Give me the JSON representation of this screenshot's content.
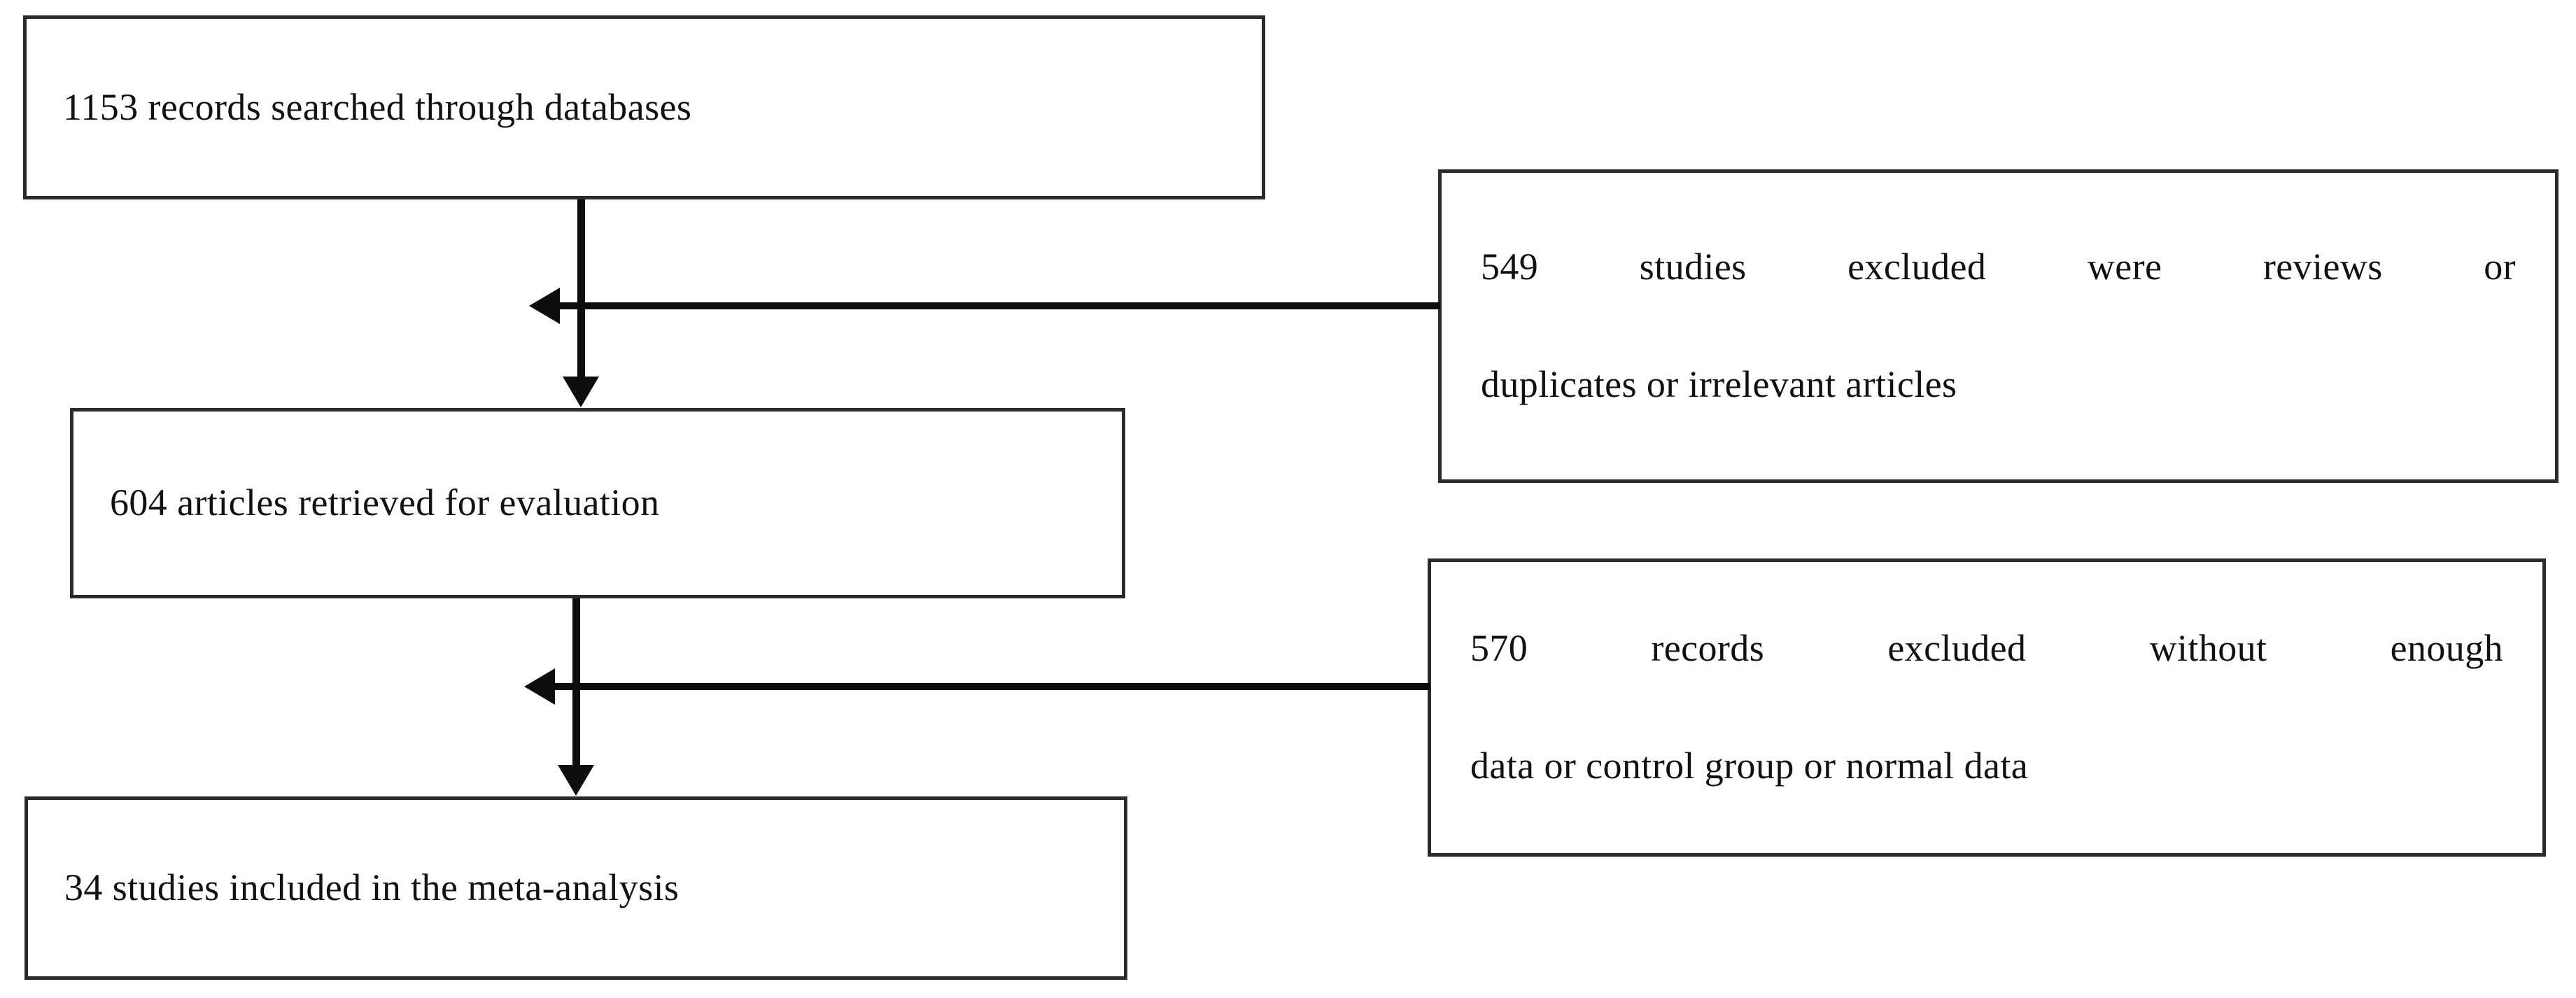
{
  "diagram": {
    "type": "prisma-flow-diagram",
    "title": "",
    "background_color": "#ffffff",
    "line_color": "#0d0d0d",
    "box_border_color": "#2b2b2b",
    "text_color": "#111111",
    "nodes": [
      {
        "id": "records-searched",
        "column": "left",
        "text": "1153 records searched through databases",
        "count": 1153
      },
      {
        "id": "articles-retrieved",
        "column": "left",
        "text": "604 articles retrieved for evaluation",
        "count": 604
      },
      {
        "id": "studies-included",
        "column": "left",
        "text": "34 studies included in the meta-analysis",
        "count": 34
      },
      {
        "id": "excluded-reviews",
        "column": "right",
        "line1": "549 studies excluded were reviews or",
        "line2": "duplicates or irrelevant articles",
        "count": 549
      },
      {
        "id": "excluded-no-data",
        "column": "right",
        "line1": "570 records excluded without enough",
        "line2": "data or control group or normal data",
        "count": 570
      }
    ],
    "edges": [
      {
        "id": "edge-records-to-articles",
        "from": "records-searched",
        "to": "articles-retrieved",
        "direction": "down"
      },
      {
        "id": "edge-excluded-reviews",
        "from": "excluded-reviews",
        "to": "edge-records-to-articles",
        "direction": "left"
      },
      {
        "id": "edge-articles-to-included",
        "from": "articles-retrieved",
        "to": "studies-included",
        "direction": "down"
      },
      {
        "id": "edge-excluded-no-data",
        "from": "excluded-no-data",
        "to": "edge-articles-to-included",
        "direction": "left"
      }
    ]
  }
}
